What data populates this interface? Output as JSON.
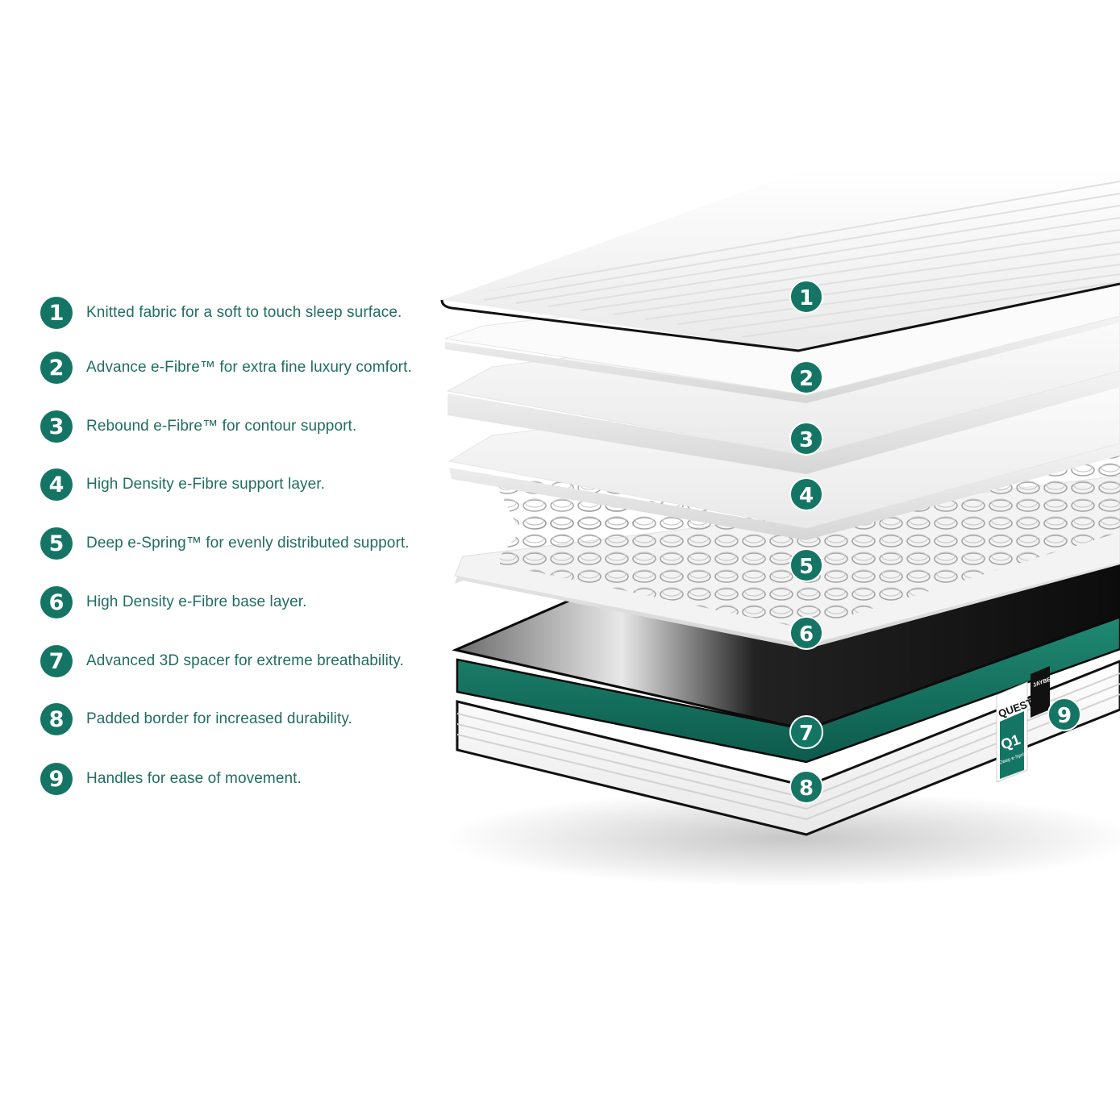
{
  "colors": {
    "accent": "#157565",
    "text": "#1f6e60",
    "spacer": "#111111",
    "border_green": "#1b7a66"
  },
  "legend": [
    {
      "number": "1",
      "text": "Knitted fabric for a soft to touch sleep surface."
    },
    {
      "number": "2",
      "text": "Advance e-Fibre™ for extra fine luxury comfort."
    },
    {
      "number": "3",
      "text": "Rebound e-Fibre™ for contour support."
    },
    {
      "number": "4",
      "text": "High Density e-Fibre support layer."
    },
    {
      "number": "5",
      "text": "Deep e-Spring™ for evenly distributed support."
    },
    {
      "number": "6",
      "text": "High Density e-Fibre base layer."
    },
    {
      "number": "7",
      "text": "Advanced 3D spacer for extreme breathability."
    },
    {
      "number": "8",
      "text": "Padded border for increased durability."
    },
    {
      "number": "9",
      "text": "Handles for ease of movement."
    }
  ],
  "callouts": [
    "1",
    "2",
    "3",
    "4",
    "5",
    "6",
    "7",
    "8",
    "9"
  ],
  "brand": {
    "label_name": "QUEST",
    "label_model": "Q1",
    "label_sub": "Deep e-Spring",
    "tag": "JAYBE"
  }
}
